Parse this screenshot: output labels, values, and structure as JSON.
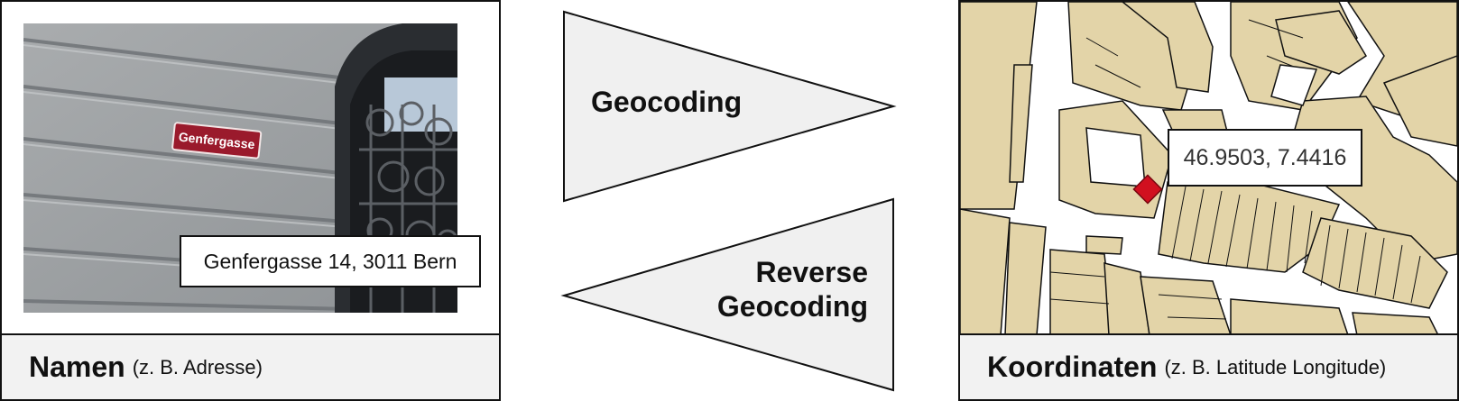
{
  "left": {
    "caption_main": "Namen",
    "caption_sub": "(z. B. Adresse)",
    "sign_text": "Genfergasse",
    "address": "Genfergasse 14, 3011 Bern"
  },
  "right": {
    "caption_main": "Koordinaten",
    "caption_sub": "(z. B. Latitude Longitude)",
    "coordinates": "46.9503,  7.4416"
  },
  "arrows": {
    "forward": "Geocoding",
    "reverse_line1": "Reverse",
    "reverse_line2": "Geocoding"
  },
  "colors": {
    "building": "#e3d4a8",
    "marker": "#d1101f",
    "arrow_fill": "#f0f0f0",
    "caption_bg": "#f2f2f2"
  }
}
